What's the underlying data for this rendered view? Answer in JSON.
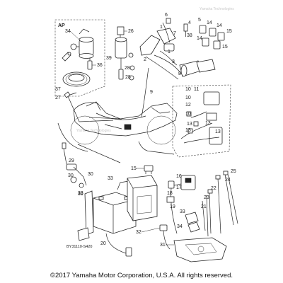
{
  "inset_label": "AP",
  "part_code": "BY31110-S420",
  "watermark": "Yamaha Technologies",
  "copyright": "©2017 Yamaha Motor Corporation, U.S.A. All rights reserved.",
  "callouts": [
    {
      "id": "c1",
      "text": "1"
    },
    {
      "id": "c2",
      "text": "2"
    },
    {
      "id": "c3",
      "text": "3"
    },
    {
      "id": "c4",
      "text": "4"
    },
    {
      "id": "c5",
      "text": "5"
    },
    {
      "id": "c6",
      "text": "6"
    },
    {
      "id": "c7",
      "text": "7"
    },
    {
      "id": "c8",
      "text": "8"
    },
    {
      "id": "c9",
      "text": "9"
    },
    {
      "id": "c10",
      "text": "10"
    },
    {
      "id": "c11",
      "text": "11"
    },
    {
      "id": "c12",
      "text": "12"
    },
    {
      "id": "c13",
      "text": "13"
    },
    {
      "id": "c14",
      "text": "14"
    },
    {
      "id": "c15",
      "text": "15"
    },
    {
      "id": "c16",
      "text": "16"
    },
    {
      "id": "c17",
      "text": "17"
    },
    {
      "id": "c18",
      "text": "18"
    },
    {
      "id": "c19",
      "text": "19"
    },
    {
      "id": "c20",
      "text": "20"
    },
    {
      "id": "c21",
      "text": "21"
    },
    {
      "id": "c22",
      "text": "22"
    },
    {
      "id": "c23",
      "text": "23"
    },
    {
      "id": "c24",
      "text": "24"
    },
    {
      "id": "c25",
      "text": "25"
    },
    {
      "id": "c26",
      "text": "26"
    },
    {
      "id": "c27",
      "text": "27"
    },
    {
      "id": "c28a",
      "text": "28"
    },
    {
      "id": "c28b",
      "text": "28"
    },
    {
      "id": "c29",
      "text": "29"
    },
    {
      "id": "c30",
      "text": "30"
    },
    {
      "id": "c31",
      "text": "31"
    },
    {
      "id": "c32",
      "text": "32"
    },
    {
      "id": "c33",
      "text": "33"
    },
    {
      "id": "c34",
      "text": "34"
    },
    {
      "id": "c35",
      "text": "35"
    },
    {
      "id": "c36",
      "text": "36"
    },
    {
      "id": "c37",
      "text": "37"
    },
    {
      "id": "c38",
      "text": "38"
    },
    {
      "id": "c39",
      "text": "39"
    }
  ]
}
